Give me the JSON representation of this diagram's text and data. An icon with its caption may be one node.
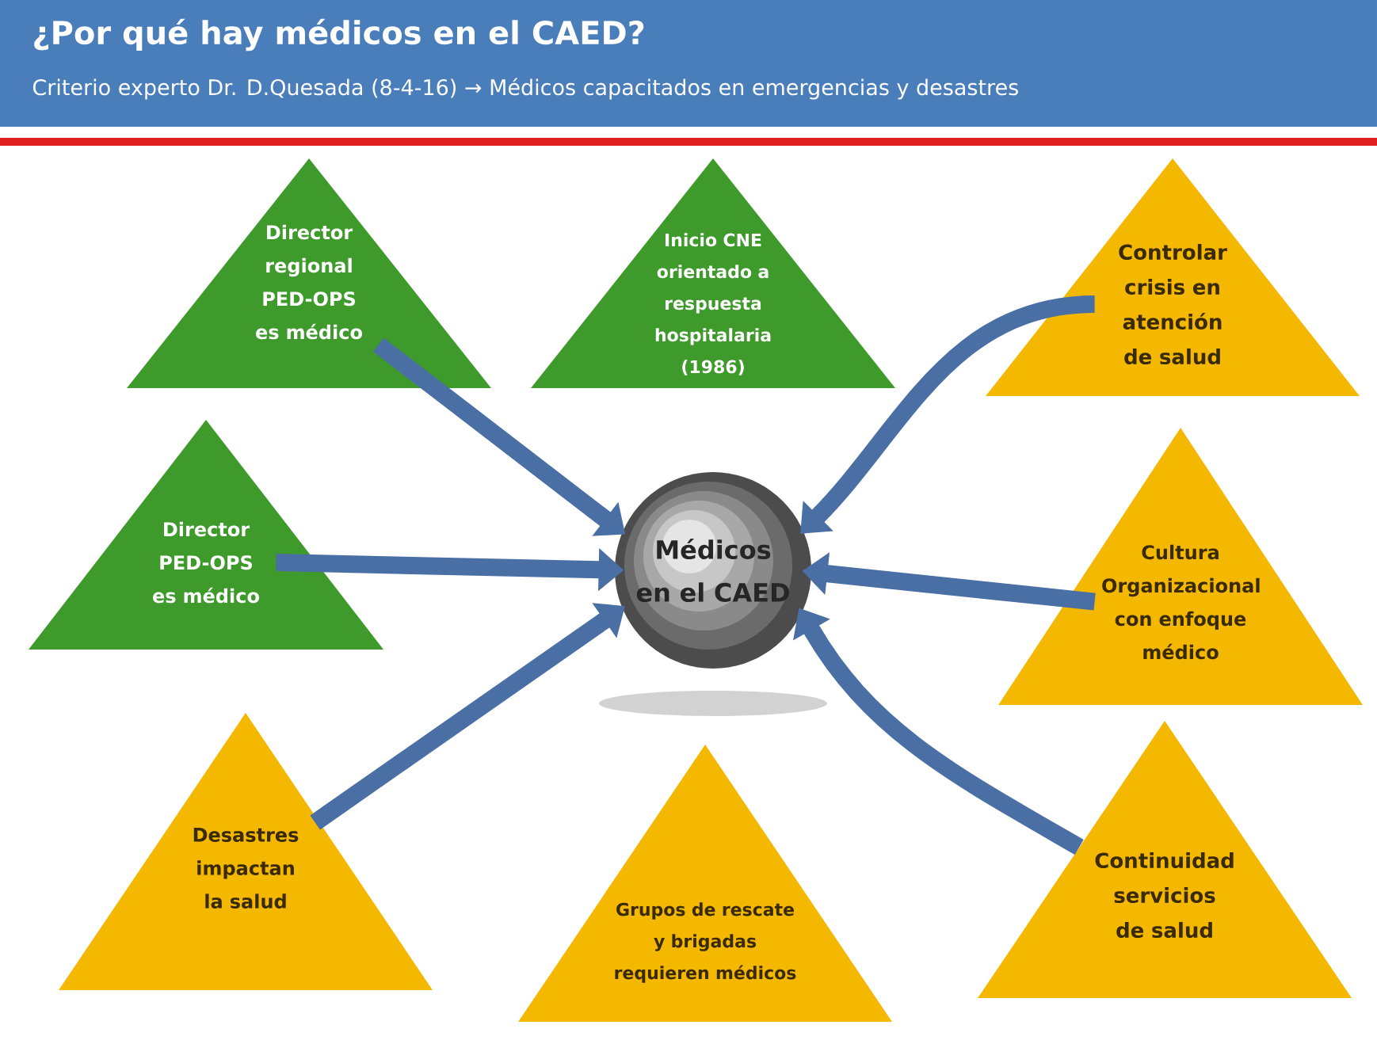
{
  "diagram": {
    "title": "¿Por qué hay médicos en el CAED?",
    "nodes": [
      {
        "text": [
          "Director regional PED-OPS es médico"
        ]
      },
      {
        "text": [
          "Inicio CNE orientado a respuesta hospitalaria (1986)"
        ]
      },
      {
        "text": [
          "Controlar crisis en atención de salud"
        ]
      },
      {
        "text": [
          "Director PED-OPS es médico"
        ]
      },
      {
        "text": [
          "Médicos en el CAED"
        ]
      },
      {
        "text": [
          "Cultura Organizacional con enfoque médico"
        ]
      },
      {
        "text": [
          "Desastres impactan la salud"
        ]
      },
      {
        "text": [
          "Grupos de rescate y brigadas requieren médicos"
        ]
      },
      {
        "text": [
          "Continuidad servicios de salud"
        ]
      }
    ],
    "edges": [
      {
        "from": 0,
        "to": 4,
        "arrow": "to"
      },
      {
        "from": 2,
        "to": 4,
        "arrow": "to"
      },
      {
        "from": 3,
        "to": 4,
        "arrow": "to"
      },
      {
        "from": 5,
        "to": 4,
        "arrow": "to"
      },
      {
        "from": 6,
        "to": 4,
        "arrow": "to"
      },
      {
        "from": 8,
        "to": 4,
        "arrow": "to"
      }
    ],
    "labels": [
      "Criterio experto Dr. D.Quesada (8-4-16) → Médicos capacitados en emergencias y desastres"
    ]
  }
}
